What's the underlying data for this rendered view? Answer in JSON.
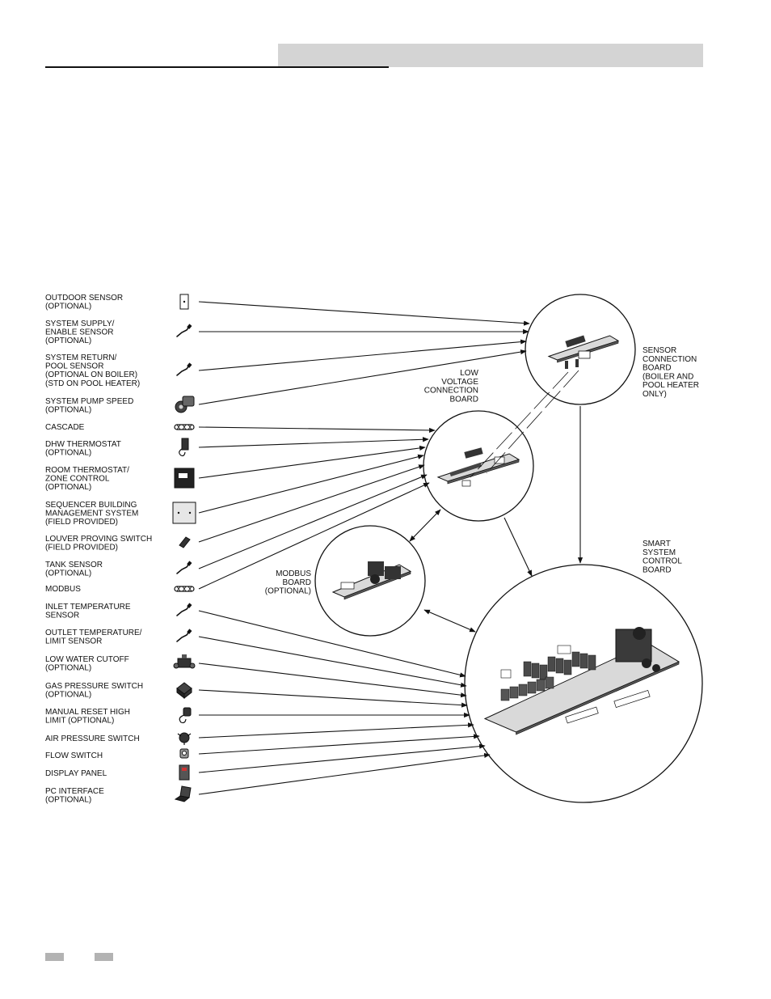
{
  "components": [
    {
      "id": "outdoor-sensor",
      "lines": [
        "OUTDOOR SENSOR",
        "(OPTIONAL)"
      ],
      "icon": "outdoor-sensor-icon",
      "target": "sensor-board"
    },
    {
      "id": "system-supply-sensor",
      "lines": [
        "SYSTEM SUPPLY/",
        "ENABLE SENSOR",
        "(OPTIONAL)"
      ],
      "icon": "probe-sensor-icon",
      "target": "sensor-board"
    },
    {
      "id": "system-return-sensor",
      "lines": [
        "SYSTEM RETURN/",
        "POOL SENSOR",
        "(OPTIONAL ON BOILER)",
        "(STD ON POOL HEATER)"
      ],
      "icon": "probe-sensor-icon",
      "target": "sensor-board"
    },
    {
      "id": "system-pump-speed",
      "lines": [
        "SYSTEM PUMP SPEED",
        "(OPTIONAL)"
      ],
      "icon": "pump-icon",
      "target": "sensor-board"
    },
    {
      "id": "cascade",
      "lines": [
        "CASCADE"
      ],
      "icon": "cable-connector-icon",
      "target": "low-voltage-board"
    },
    {
      "id": "dhw-thermostat",
      "lines": [
        "DHW THERMOSTAT",
        "(OPTIONAL)"
      ],
      "icon": "thermostat-probe-icon",
      "target": "low-voltage-board"
    },
    {
      "id": "room-thermostat",
      "lines": [
        "ROOM THERMOSTAT/",
        "ZONE CONTROL",
        "(OPTIONAL)"
      ],
      "icon": "room-thermostat-icon",
      "target": "low-voltage-board"
    },
    {
      "id": "sequencer-bms",
      "lines": [
        "SEQUENCER BUILDING",
        "MANAGEMENT SYSTEM",
        "(FIELD PROVIDED)"
      ],
      "icon": "sequencer-box-icon",
      "target": "low-voltage-board"
    },
    {
      "id": "louver-proving-switch",
      "lines": [
        "LOUVER PROVING SWITCH",
        "(FIELD PROVIDED)"
      ],
      "icon": "switch-icon",
      "target": "low-voltage-board"
    },
    {
      "id": "tank-sensor",
      "lines": [
        "TANK SENSOR",
        "(OPTIONAL)"
      ],
      "icon": "probe-sensor-icon",
      "target": "low-voltage-board"
    },
    {
      "id": "modbus",
      "lines": [
        "MODBUS"
      ],
      "icon": "cable-connector-icon",
      "target": "low-voltage-board"
    },
    {
      "id": "inlet-temperature-sensor",
      "lines": [
        "INLET TEMPERATURE",
        "SENSOR"
      ],
      "icon": "probe-sensor-icon",
      "target": "smart-board"
    },
    {
      "id": "outlet-temperature-sensor",
      "lines": [
        "OUTLET TEMPERATURE/",
        "LIMIT SENSOR"
      ],
      "icon": "probe-sensor-icon",
      "target": "smart-board"
    },
    {
      "id": "low-water-cutoff",
      "lines": [
        "LOW WATER CUTOFF",
        "(OPTIONAL)"
      ],
      "icon": "low-water-cutoff-icon",
      "target": "smart-board"
    },
    {
      "id": "gas-pressure-switch",
      "lines": [
        "GAS PRESSURE SWITCH",
        "(OPTIONAL)"
      ],
      "icon": "pressure-switch-icon",
      "target": "smart-board"
    },
    {
      "id": "manual-reset-high-limit",
      "lines": [
        "MANUAL RESET HIGH",
        "LIMIT (OPTIONAL)"
      ],
      "icon": "high-limit-icon",
      "target": "smart-board"
    },
    {
      "id": "air-pressure-switch",
      "lines": [
        "AIR PRESSURE SWITCH"
      ],
      "icon": "air-switch-icon",
      "target": "smart-board"
    },
    {
      "id": "flow-switch",
      "lines": [
        "FLOW SWITCH"
      ],
      "icon": "flow-switch-icon",
      "target": "smart-board"
    },
    {
      "id": "display-panel",
      "lines": [
        "DISPLAY PANEL"
      ],
      "icon": "display-panel-icon",
      "target": "smart-board"
    },
    {
      "id": "pc-interface",
      "lines": [
        "PC INTERFACE",
        "(OPTIONAL)"
      ],
      "icon": "laptop-icon",
      "target": "smart-board"
    }
  ],
  "boards": [
    {
      "id": "sensor-board",
      "lines": [
        "SENSOR",
        "CONNECTION",
        "BOARD",
        "(BOILER AND",
        "POOL HEATER",
        "ONLY)"
      ],
      "align": "start"
    },
    {
      "id": "low-voltage-board",
      "lines": [
        "LOW",
        "VOLTAGE",
        "CONNECTION",
        "BOARD"
      ],
      "align": "end"
    },
    {
      "id": "modbus-board",
      "lines": [
        "MODBUS",
        "BOARD",
        "(OPTIONAL)"
      ],
      "align": "end"
    },
    {
      "id": "smart-board",
      "lines": [
        "SMART",
        "SYSTEM",
        "CONTROL",
        "BOARD"
      ],
      "align": "start"
    }
  ],
  "colors": {
    "line": "#111111",
    "header_bar": "#d4d4d4",
    "footer_block": "#b3b3b3",
    "board": "#d9d9d9"
  }
}
